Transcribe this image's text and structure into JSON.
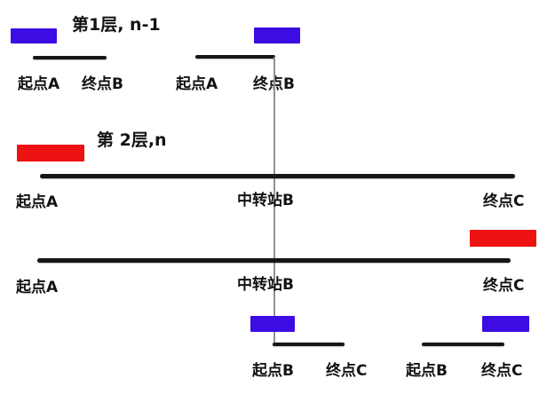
{
  "figure": {
    "layer1": {
      "title": "第1层, n-1",
      "segments": [
        {
          "start": "起点A",
          "end": "终点B"
        },
        {
          "start": "起点A",
          "end": "终点B"
        }
      ]
    },
    "layer2": {
      "title": "第 2层,n",
      "routes": [
        {
          "start": "起点A",
          "mid": "中转站B",
          "end": "终点C"
        },
        {
          "start": "起点A",
          "mid": "中转站B",
          "end": "终点C"
        }
      ],
      "subsegments": [
        {
          "start": "起点B",
          "end": "终点C"
        },
        {
          "start": "起点B",
          "end": "终点C"
        }
      ]
    },
    "colors": {
      "upper_block": "#3c0ce2",
      "lower_block": "#ee1212",
      "track_line": "#171717",
      "connector_line": "#909090"
    }
  }
}
